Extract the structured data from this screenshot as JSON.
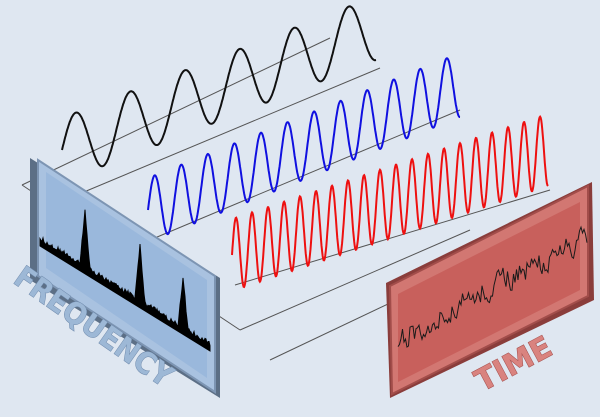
{
  "labels": {
    "frequency": "FREQUENCY",
    "time": "TIME"
  },
  "colors": {
    "background": "#dfe7f1",
    "wave_low": "#111111",
    "wave_mid": "#1010e0",
    "wave_high": "#ee1010",
    "frequency_panel": "#9ab8dc",
    "time_panel": "#c8605c"
  },
  "icons": {
    "frequency_panel": "spectrum-plot",
    "time_panel": "noisy-signal-plot"
  }
}
